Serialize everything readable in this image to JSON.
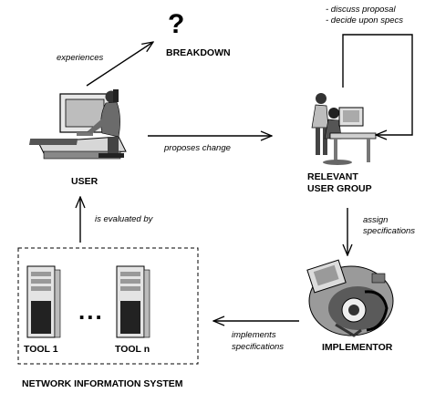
{
  "diagram": {
    "breakdown": {
      "symbol": "?",
      "label": "BREAKDOWN"
    },
    "user": {
      "label": "USER"
    },
    "group": {
      "label_line1": "RELEVANT",
      "label_line2": "USER GROUP"
    },
    "implementor": {
      "label": "IMPLEMENTOR"
    },
    "system": {
      "label": "NETWORK INFORMATION SYSTEM",
      "tool_first": "TOOL 1",
      "tool_last": "TOOL n",
      "ellipsis": "..."
    },
    "edges": {
      "experiences": "experiences",
      "proposes_change": "proposes change",
      "discuss_proposal": "- discuss proposal",
      "decide_specs": "- decide upon specs",
      "assign_1": "assign",
      "assign_2": "specifications",
      "implements_1": "implements",
      "implements_2": "specifications",
      "evaluated": "is evaluated by"
    }
  }
}
